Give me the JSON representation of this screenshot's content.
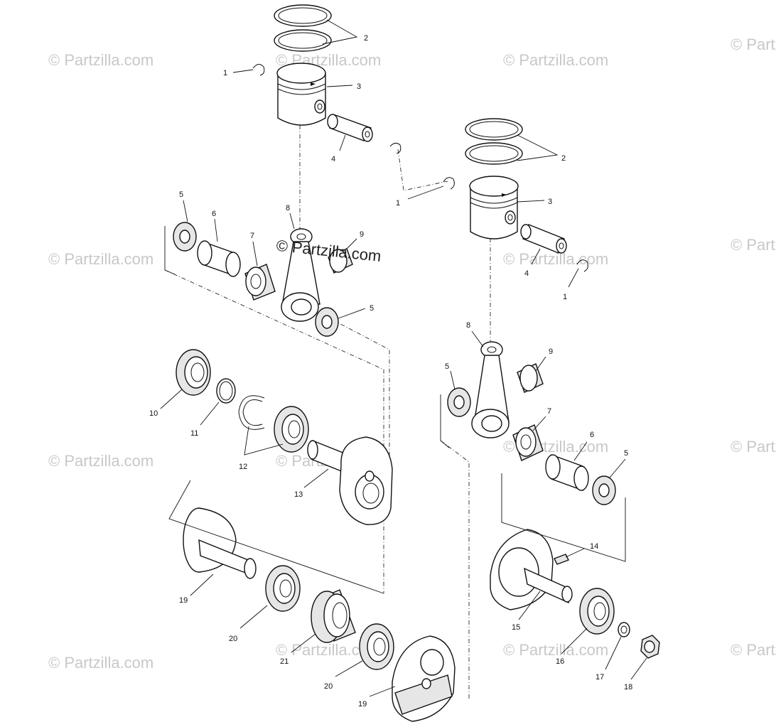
{
  "watermark": "© Partzilla.com",
  "center_watermark": "© Partzilla.com",
  "callouts": {
    "left_1": "1",
    "left_2": "2",
    "left_3": "3",
    "left_4": "4",
    "left_5a": "5",
    "left_6": "6",
    "left_7": "7",
    "left_8": "8",
    "left_9": "9",
    "left_5b": "5",
    "left_10": "10",
    "left_11": "11",
    "left_12": "12",
    "left_13": "13",
    "left_19a": "19",
    "left_20a": "20",
    "left_21": "21",
    "left_20b": "20",
    "left_19b": "19",
    "right_2": "2",
    "right_1a": "1",
    "right_3": "3",
    "right_4": "4",
    "right_1b": "1",
    "right_8": "8",
    "right_9": "9",
    "right_5a": "5",
    "right_7": "7",
    "right_6": "6",
    "right_5b": "5",
    "right_14": "14",
    "right_15": "15",
    "right_16": "16",
    "right_17": "17",
    "right_18": "18"
  }
}
